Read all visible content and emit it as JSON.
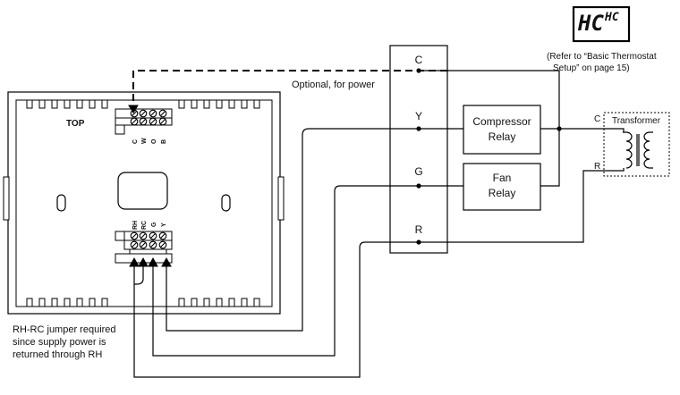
{
  "display": {
    "large_text": "HC",
    "small_text": "HC",
    "note_line1": "(Refer to “Basic Thermostat",
    "note_line2": "Setup” on page 15)"
  },
  "thermostat": {
    "top_label": "TOP",
    "upper_terminals": [
      "C",
      "W",
      "O",
      "B"
    ],
    "lower_terminals": [
      "RH",
      "RC",
      "G",
      "Y"
    ]
  },
  "annotations": {
    "optional_power": "Optional, for power",
    "jumper_line1": "RH-RC jumper required",
    "jumper_line2": "since supply power is",
    "jumper_line3": "returned through RH"
  },
  "terminal_block": {
    "terminals": [
      "C",
      "Y",
      "G",
      "R"
    ]
  },
  "relays": {
    "compressor_line1": "Compressor",
    "compressor_line2": "Relay",
    "fan_line1": "Fan",
    "fan_line2": "Relay"
  },
  "transformer": {
    "title": "Transformer",
    "c_label": "C",
    "r_label": "R"
  }
}
